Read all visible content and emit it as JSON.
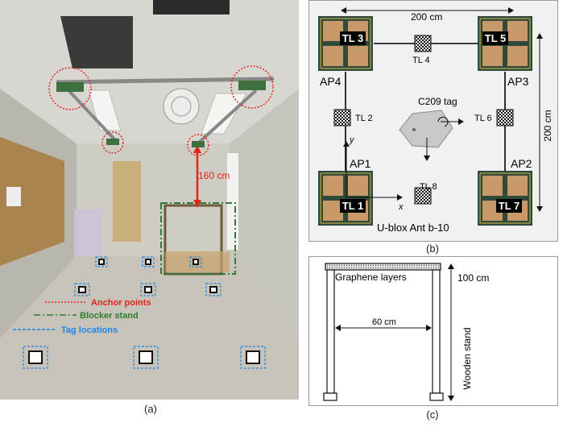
{
  "panel_a": {
    "caption": "(a)",
    "height_label": "160 cm",
    "legend": [
      {
        "label": "Anchor points",
        "color": "#e0261d"
      },
      {
        "label": "Blocker stand",
        "color": "#2e7d32"
      },
      {
        "label": "Tag locations",
        "color": "#1e88e5"
      }
    ]
  },
  "panel_b": {
    "caption": "(b)",
    "width_label": "200 cm",
    "height_label": "200 cm",
    "anchors": [
      {
        "label": "AP4",
        "tag": "TL 3"
      },
      {
        "label": "AP3",
        "tag": "TL 5"
      },
      {
        "label": "AP1",
        "tag": "TL 1"
      },
      {
        "label": "AP2",
        "tag": "TL 7"
      }
    ],
    "side_tags": [
      "TL 4",
      "TL 2",
      "TL 6",
      "TL 8"
    ],
    "center_tag": "C209 tag",
    "axis_x": "x",
    "axis_y": "y",
    "antenna_label": "U-blox Ant b-10"
  },
  "panel_c": {
    "caption": "(c)",
    "top_label": "Graphene layers",
    "height_label": "100 cm",
    "width_label": "60 cm",
    "side_label": "Wooden stand"
  },
  "colors": {
    "anchor": "#e0261d",
    "blocker": "#2e7d32",
    "tag": "#1e88e5",
    "antenna_bg": "#2f4a3a",
    "patch": "#c89a6a"
  }
}
